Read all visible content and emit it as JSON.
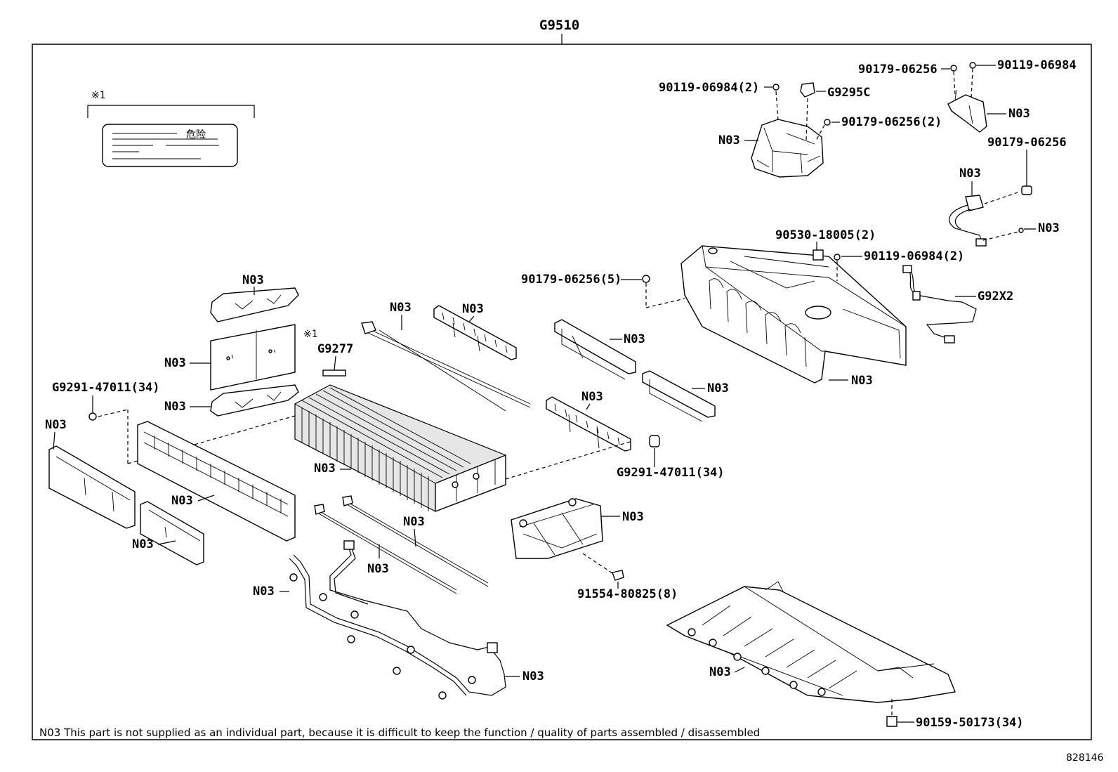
{
  "assembly": {
    "code": "G9510"
  },
  "diagram_id": "828146",
  "warning_label": {
    "marker": "※1",
    "text": "危险"
  },
  "labels": {
    "g9295c": "G9295C",
    "n03": "N03",
    "bolt_06984_2": "90119-06984(2)",
    "bolt_06984": "90119-06984",
    "nut_06256": "90179-06256",
    "nut_06256_2": "90179-06256(2)",
    "nut_06256_5": "90179-06256(5)",
    "clip_18005_2": "90530-18005(2)",
    "g92x2": "G92X2",
    "g9277": "G9277",
    "marker_1": "※1",
    "g9291_34": "G9291-47011(34)",
    "screw_80825_8": "91554-80825(8)",
    "bolt_50173_34": "90159-50173(34)"
  },
  "footnote": "N03 This part is not supplied as an individual part, because it is difficult to keep the function / quality of parts assembled / disassembled"
}
